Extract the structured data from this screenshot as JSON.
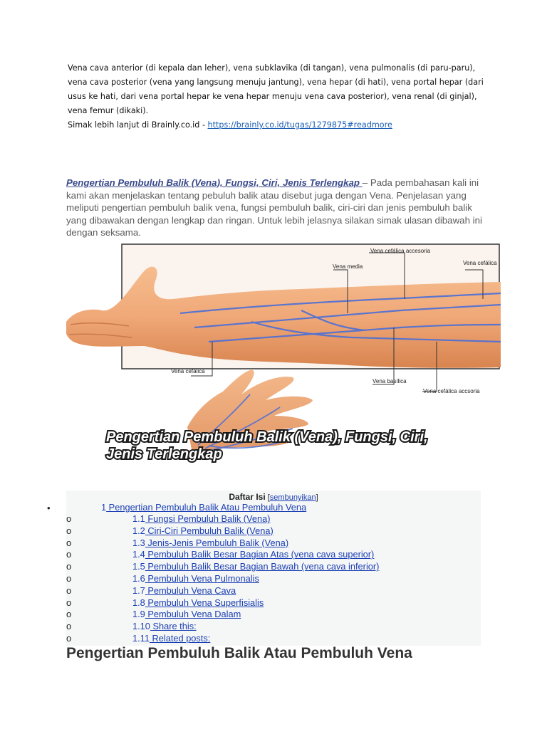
{
  "intro": {
    "paragraph": "Vena cava anterior (di kepala dan leher), vena subklavika (di tangan), vena pulmonalis (di paru-paru), vena cava posterior (vena yang langsung menuju jantung), vena hepar (di hati), vena portal hepar (dari usus ke hati, dari vena portal hepar ke vena hepar menuju vena cava posterior), vena renal (di ginjal), vena femur (dikaki).",
    "simak_prefix": "Simak lebih lanjut di Brainly.co.id - ",
    "simak_link": "https://brainly.co.id/tugas/1279875#readmore"
  },
  "article": {
    "title_link": "Pengertian Pembuluh Balik (Vena), Fungsi, Ciri, Jenis Terlengkap ",
    "text": "– Pada pembahasan kali ini kami akan menjelaskan tentang pebuluh balik atau disebut juga dengan Vena. Penjelasan yang meliputi pengertian pembuluh balik vena, fungsi pembuluh balik, ciri-ciri dan jenis pembuluh balik yang dibawakan dengan lengkap dan ringan. Untuk lebih jelasnya silakan simak ulasan dibawah ini dengan seksama."
  },
  "figure": {
    "labels": {
      "cefalica_accesoria": "Vena cefálica accesoria",
      "media": "Vena media",
      "cefalica_top": "Vena cefálica",
      "cefalica_hand": "Vena cefálica",
      "basilica": "Vena basílica",
      "cefalica_accsoria": "Vena cefálica accsoria"
    },
    "caption_line1": "Pengertian Pembuluh Balik (Vena), Fungsi, Ciri,",
    "caption_line2": "Jenis Terlengkap",
    "colors": {
      "skin": "#f0a878",
      "skin_dark": "#d9855a",
      "vein": "#4a6fd8",
      "frame": "#333333"
    }
  },
  "toc": {
    "title": "Daftar Isi",
    "toggle_open": " [",
    "toggle_link": "sembunyikan",
    "toggle_close": "]",
    "main_num": "1",
    "main_label": " Pengertian Pembuluh Balik Atau Pembuluh Vena",
    "items": [
      {
        "num": "1.1",
        "label": " Fungsi Pembuluh Balik (Vena)"
      },
      {
        "num": "1.2",
        "label": " Ciri-Ciri Pembuluh Balik (Vena)"
      },
      {
        "num": "1.3",
        "label": " Jenis-Jenis Pembuluh Balik (Vena)"
      },
      {
        "num": "1.4",
        "label": " Pembuluh Balik Besar Bagian Atas (vena cava superior)"
      },
      {
        "num": "1.5",
        "label": " Pembuluh Balik Besar Bagian Bawah (vena cava inferior)"
      },
      {
        "num": "1.6",
        "label": " Pembuluh Vena Pulmonalis"
      },
      {
        "num": "1.7",
        "label": " Pembuluh Vena Cava"
      },
      {
        "num": "1.8",
        "label": " Pembuluh Vena Superfisialis"
      },
      {
        "num": "1.9",
        "label": " Pembuluh Vena Dalam"
      },
      {
        "num": "1.10",
        "label": " Share this:"
      },
      {
        "num": "1.11",
        "label": " Related posts:"
      }
    ],
    "main_bullet": "•",
    "sub_bullet": "o"
  },
  "heading": "Pengertian Pembuluh Balik Atau Pembuluh Vena"
}
